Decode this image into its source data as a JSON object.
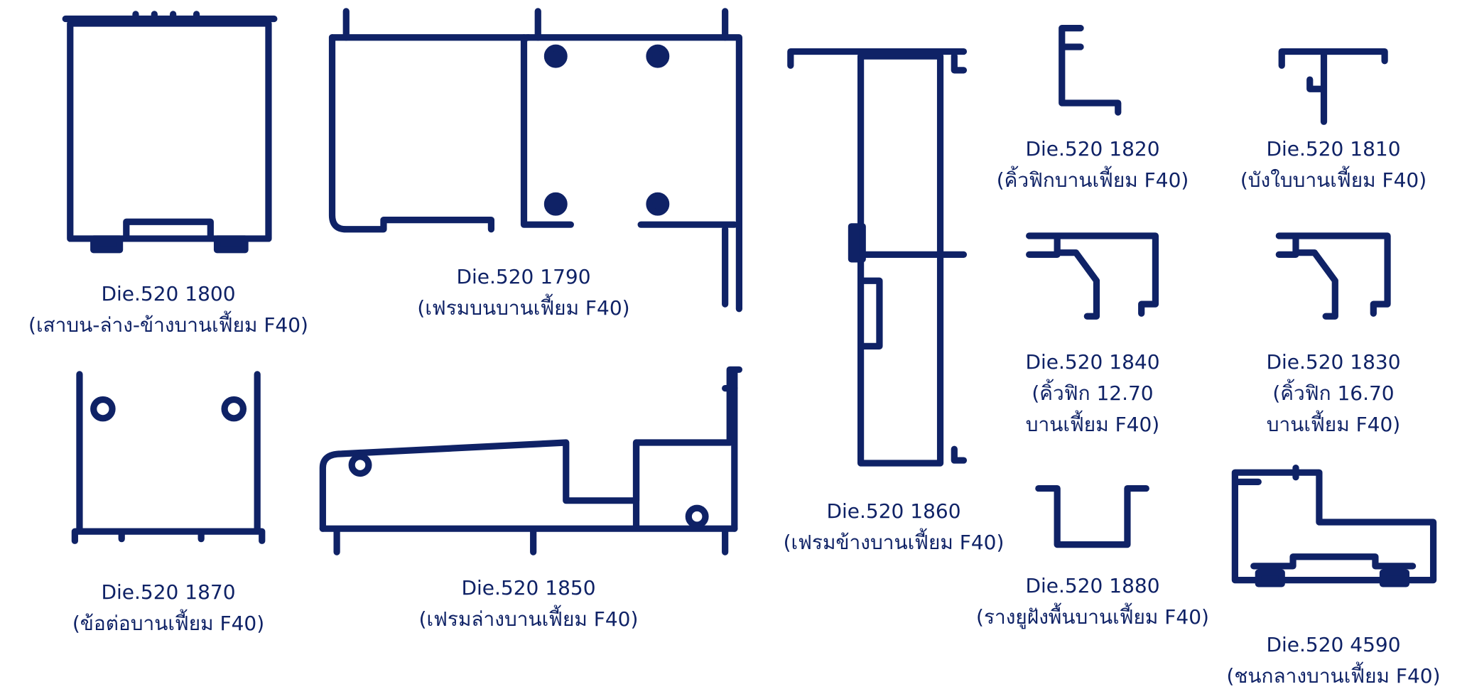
{
  "colors": {
    "profile": "#0f2266",
    "background": "#ffffff"
  },
  "profiles": [
    {
      "code": "Die.520 1800",
      "desc": [
        "(เสาบน-ล่าง-ข้างบานเฟี้ยม F40)"
      ]
    },
    {
      "code": "Die.520 1790",
      "desc": [
        "(เฟรมบนบานเฟี้ยม F40)"
      ]
    },
    {
      "code": "Die.520 1860",
      "desc": [
        "(เฟรมข้างบานเฟี้ยม F40)"
      ]
    },
    {
      "code": "Die.520 1820",
      "desc": [
        "(คิ้วฟิกบานเฟี้ยม F40)"
      ]
    },
    {
      "code": "Die.520 1810",
      "desc": [
        "(บังใบบานเฟี้ยม F40)"
      ]
    },
    {
      "code": "Die.520 1840",
      "desc": [
        "(คิ้วฟิก 12.70",
        "บานเฟี้ยม F40)"
      ]
    },
    {
      "code": "Die.520 1830",
      "desc": [
        "(คิ้วฟิก 16.70",
        "บานเฟี้ยม F40)"
      ]
    },
    {
      "code": "Die.520 1870",
      "desc": [
        "(ข้อต่อบานเฟี้ยม F40)"
      ]
    },
    {
      "code": "Die.520 1850",
      "desc": [
        "(เฟรมล่างบานเฟี้ยม F40)"
      ]
    },
    {
      "code": "Die.520 1880",
      "desc": [
        "(รางยูฝังพื้นบานเฟี้ยม F40)"
      ]
    },
    {
      "code": "Die.520 4590",
      "desc": [
        "(ชนกลางบานเฟี้ยม F40)"
      ]
    }
  ]
}
